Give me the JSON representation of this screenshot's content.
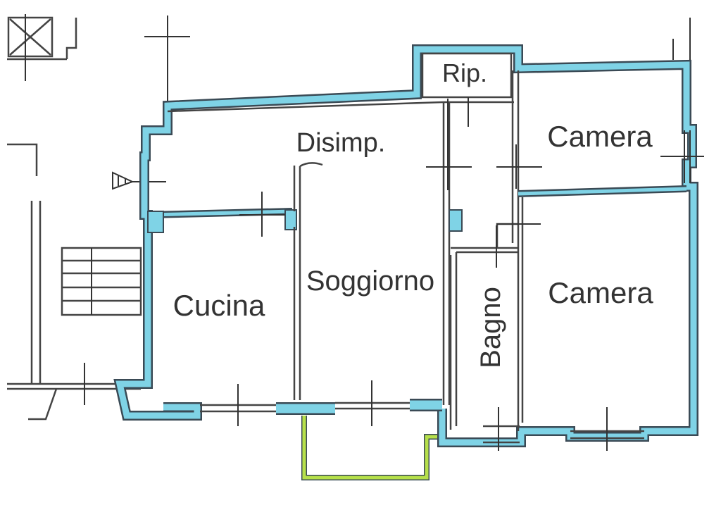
{
  "rooms": {
    "rip": "Rip.",
    "disimp": "Disimp.",
    "camera_top": "Camera",
    "cucina": "Cucina",
    "soggiorno": "Soggiorno",
    "bagno": "Bagno",
    "camera_bottom": "Camera"
  },
  "colors": {
    "wall_fill": "#7fd3e6",
    "wall_line": "#3a4a55",
    "balcony": "#b6e04a",
    "text": "#333333"
  }
}
